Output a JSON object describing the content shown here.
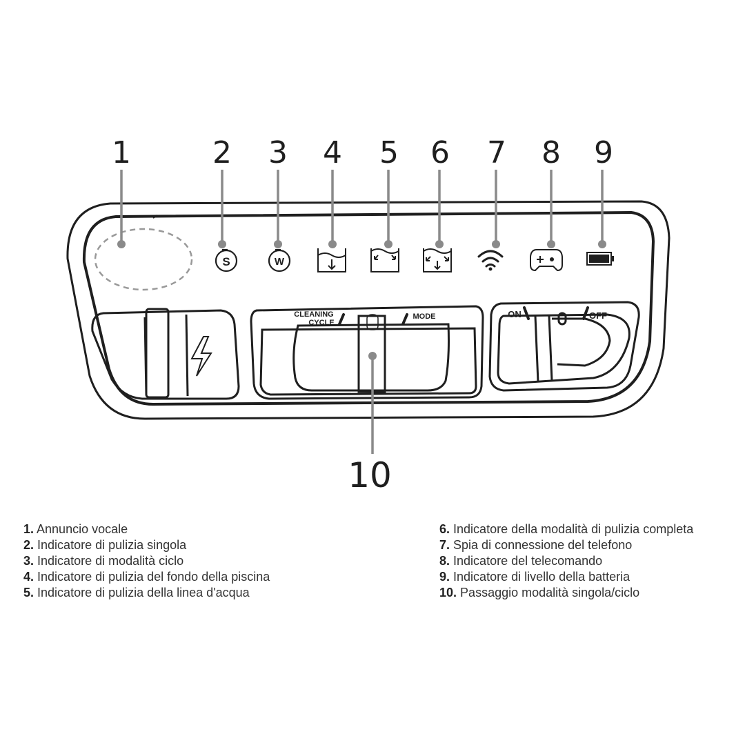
{
  "callouts": [
    "1",
    "2",
    "3",
    "4",
    "5",
    "6",
    "7",
    "8",
    "9",
    "10"
  ],
  "icons": {
    "single_clean_letter": "S",
    "cycle_mode_letter": "W"
  },
  "panel": {
    "cleaning_cycle_line1": "CLEANING",
    "cleaning_cycle_line2": "CYCLE",
    "mode_label": "MODE",
    "on_label": "ON",
    "off_label": "OFF"
  },
  "legend": {
    "left": [
      {
        "num": "1.",
        "text": "Annuncio vocale"
      },
      {
        "num": "2.",
        "text": "Indicatore di pulizia singola"
      },
      {
        "num": "3.",
        "text": "Indicatore di modalità ciclo"
      },
      {
        "num": "4.",
        "text": "Indicatore di pulizia del fondo della piscina"
      },
      {
        "num": "5.",
        "text": "Indicatore di pulizia della linea d'acqua"
      }
    ],
    "right": [
      {
        "num": "6.",
        "text": "Indicatore della modalità di pulizia completa"
      },
      {
        "num": "7.",
        "text": "Spia di connessione del telefono"
      },
      {
        "num": "8.",
        "text": "Indicatore del telecomando"
      },
      {
        "num": "9.",
        "text": "Indicatore di livello della batteria"
      },
      {
        "num": "10.",
        "text": "Passaggio modalità singola/ciclo"
      }
    ]
  }
}
